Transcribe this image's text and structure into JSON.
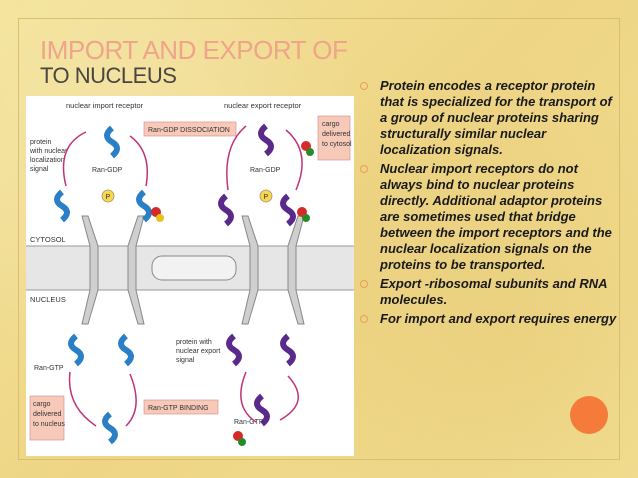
{
  "slide": {
    "title_line1": "IMPORT AND EXPORT OF",
    "title_line2": "TO NUCLEUS"
  },
  "figure": {
    "nuclear_import_receptor": "nuclear import receptor",
    "nuclear_export_receptor": "nuclear export receptor",
    "ran_gdp_dissociation": "Ran-GDP DISSOCIATION",
    "cargo_delivered_cytosol": [
      "cargo",
      "delivered",
      "to cytosol"
    ],
    "protein_nls": [
      "protein",
      "with nuclear",
      "localization",
      "signal"
    ],
    "ran_gdp_left": "Ran-GDP",
    "ran_gdp_right": "Ran-GDP",
    "p_symbol": "P",
    "cytosol": "CYTOSOL",
    "nucleus": "NUCLEUS",
    "ran_gtp_left": "Ran-GTP",
    "ran_gtp_right": "Ran-GTP",
    "protein_nes": [
      "protein with",
      "nuclear export",
      "signal"
    ],
    "ran_gtp_binding": "Ran-GTP BINDING",
    "cargo_delivered_nucleus": [
      "cargo",
      "delivered",
      "to nucleus"
    ]
  },
  "bullets": [
    {
      "text": "Protein encodes a receptor protein that is specialized for the transport of a group of nuclear proteins sharing structurally similar nuclear localization signals."
    },
    {
      "text": "Nuclear import receptors do not always bind to nuclear proteins directly. Additional adaptor proteins are sometimes used that bridge between the import receptors and the nuclear localization signals on the proteins to be transported."
    },
    {
      "text": "Export -ribosomal subunits and RNA molecules."
    },
    {
      "text": "For import and export requires energy"
    }
  ],
  "colors": {
    "title_accent": "#f0a48a",
    "bullet_marker": "#e8a057",
    "corner_dot": "#f47b3a",
    "ran_gdp_box": "#f6c9b8"
  }
}
